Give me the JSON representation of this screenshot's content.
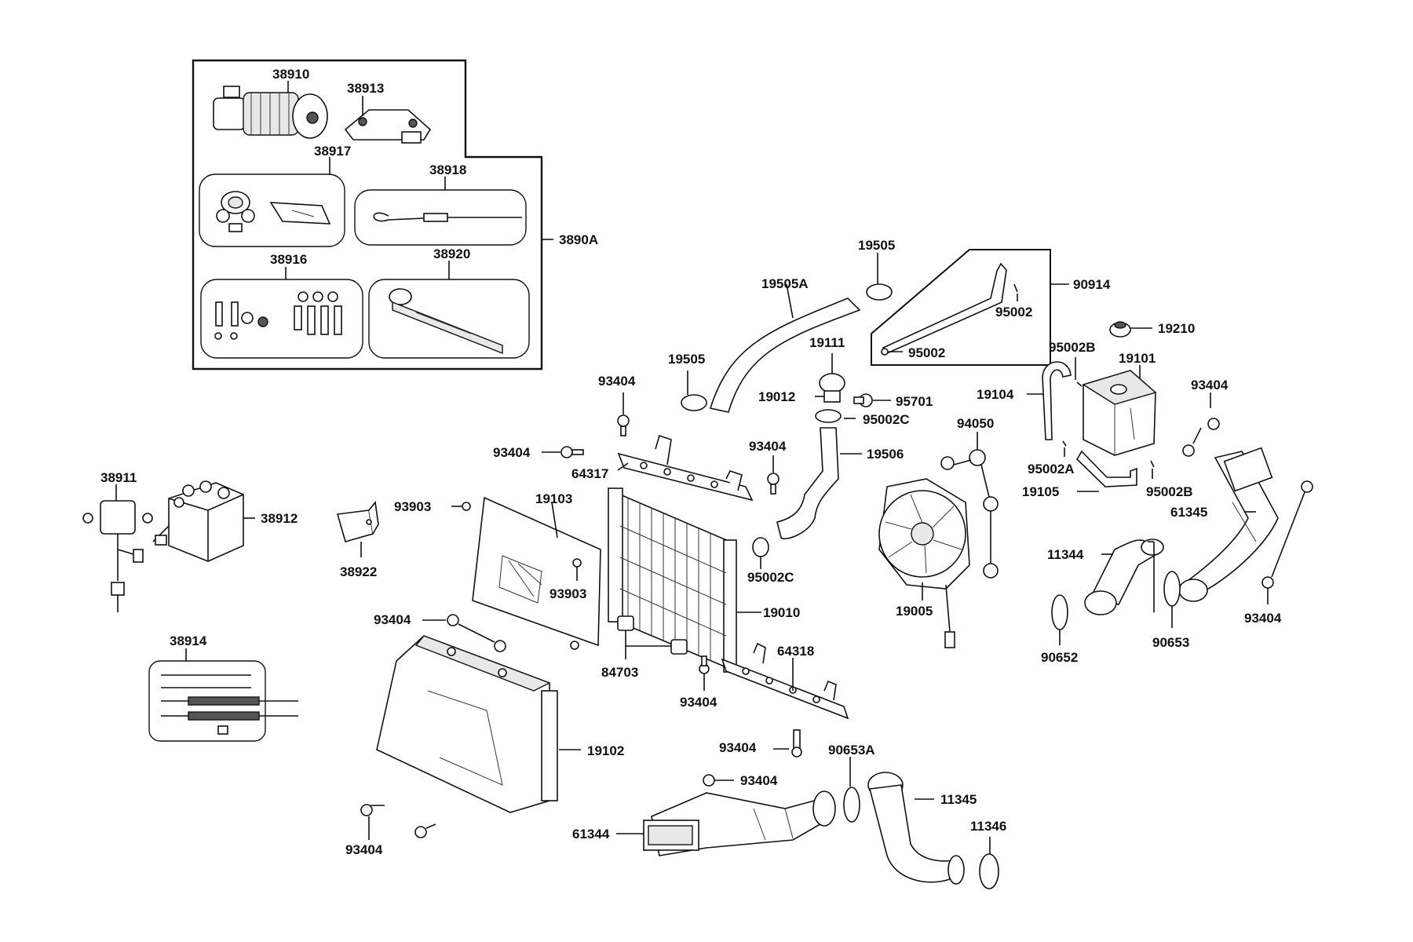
{
  "diagram": {
    "callouts": {
      "c38910": "38910",
      "c38913": "38913",
      "c38917": "38917",
      "c38918": "38918",
      "c3890A": "3890A",
      "c38916": "38916",
      "c38920": "38920",
      "c38911": "38911",
      "c38912": "38912",
      "c38922": "38922",
      "c38914": "38914",
      "c93903a": "93903",
      "c93903b": "93903",
      "c19103": "19103",
      "c93404_a": "93404",
      "c93404_b": "93404",
      "c93404_c": "93404",
      "c93404_d": "93404",
      "c93404_e": "93404",
      "c93404_f": "93404",
      "c93404_g": "93404",
      "c93404_h": "93404",
      "c93404_i": "93404",
      "c93404_j": "93404",
      "c64317": "64317",
      "c64318": "64318",
      "c19505a": "19505",
      "c19505b": "19505",
      "c19505A": "19505A",
      "c19111": "19111",
      "c19012": "19012",
      "c95701": "95701",
      "c95002C_a": "95002C",
      "c95002C_b": "95002C",
      "c19506": "19506",
      "c19010": "19010",
      "c84703": "84703",
      "c19102": "19102",
      "c61344": "61344",
      "c90653A": "90653A",
      "c11345": "11345",
      "c11346": "11346",
      "c90914": "90914",
      "c95002_a": "95002",
      "c95002_b": "95002",
      "c19210": "19210",
      "c95002B_a": "95002B",
      "c95002B_b": "95002B",
      "c19101": "19101",
      "c19104": "19104",
      "c94050": "94050",
      "c95002A": "95002A",
      "c19105": "19105",
      "c19005": "19005",
      "c11344": "11344",
      "c90652": "90652",
      "c90653": "90653",
      "c61345": "61345"
    }
  }
}
